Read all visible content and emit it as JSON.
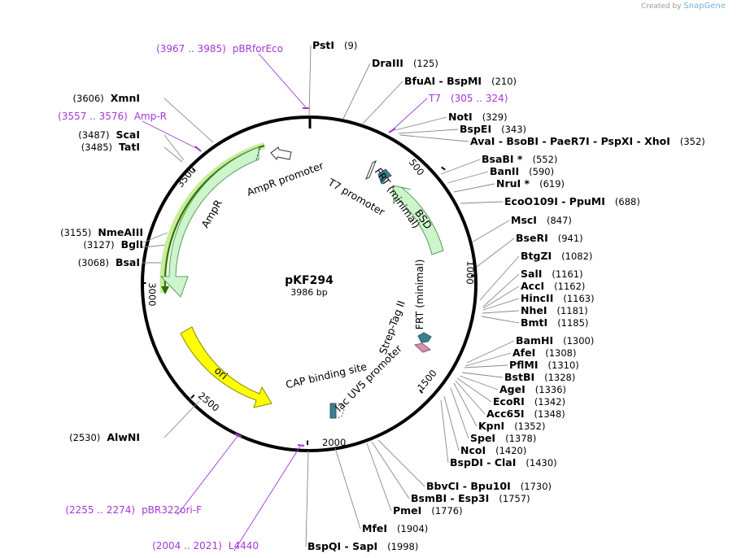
{
  "credit": {
    "prefix": "Created by",
    "brand": "SnapGene"
  },
  "plasmid": {
    "name": "pKF294",
    "size_label": "3986 bp"
  },
  "ticks": [
    {
      "label": "500"
    },
    {
      "label": "1000"
    },
    {
      "label": "1500"
    },
    {
      "label": "2000"
    },
    {
      "label": "2500"
    },
    {
      "label": "3000"
    },
    {
      "label": "3500"
    }
  ],
  "sites": [
    {
      "name": "PstI",
      "pos": "(9)"
    },
    {
      "name": "DraIII",
      "pos": "(125)"
    },
    {
      "name": "BfuAI - BspMI",
      "pos": "(210)"
    },
    {
      "name": "NotI",
      "pos": "(329)"
    },
    {
      "name": "BspEI",
      "pos": "(343)"
    },
    {
      "name": "AvaI - BsoBI - PaeR7I - PspXI - XhoI",
      "pos": "(352)"
    },
    {
      "name": "BsaBI *",
      "pos": "(552)"
    },
    {
      "name": "BanII",
      "pos": "(590)"
    },
    {
      "name": "NruI *",
      "pos": "(619)"
    },
    {
      "name": "EcoO109I - PpuMI",
      "pos": "(688)"
    },
    {
      "name": "MscI",
      "pos": "(847)"
    },
    {
      "name": "BseRI",
      "pos": "(941)"
    },
    {
      "name": "BtgZI",
      "pos": "(1082)"
    },
    {
      "name": "SalI",
      "pos": "(1161)"
    },
    {
      "name": "AccI",
      "pos": "(1162)"
    },
    {
      "name": "HincII",
      "pos": "(1163)"
    },
    {
      "name": "NheI",
      "pos": "(1181)"
    },
    {
      "name": "BmtI",
      "pos": "(1185)"
    },
    {
      "name": "BamHI",
      "pos": "(1300)"
    },
    {
      "name": "AfeI",
      "pos": "(1308)"
    },
    {
      "name": "PflMI",
      "pos": "(1310)"
    },
    {
      "name": "BstBI",
      "pos": "(1328)"
    },
    {
      "name": "AgeI",
      "pos": "(1336)"
    },
    {
      "name": "EcoRI",
      "pos": "(1342)"
    },
    {
      "name": "Acc65I",
      "pos": "(1348)"
    },
    {
      "name": "KpnI",
      "pos": "(1352)"
    },
    {
      "name": "SpeI",
      "pos": "(1378)"
    },
    {
      "name": "NcoI",
      "pos": "(1420)"
    },
    {
      "name": "BspDI - ClaI",
      "pos": "(1430)"
    },
    {
      "name": "BbvCI - Bpu10I",
      "pos": "(1730)"
    },
    {
      "name": "BsmBI - Esp3I",
      "pos": "(1757)"
    },
    {
      "name": "PmeI",
      "pos": "(1776)"
    },
    {
      "name": "MfeI",
      "pos": "(1904)"
    },
    {
      "name": "BspQI - SapI",
      "pos": "(1998)"
    },
    {
      "name": "AlwNI",
      "pos": "(2530)"
    },
    {
      "name": "BsaI",
      "pos": "(3068)"
    },
    {
      "name": "BglI",
      "pos": "(3127)"
    },
    {
      "name": "NmeAIII",
      "pos": "(3155)"
    },
    {
      "name": "TatI",
      "pos": "(3485)"
    },
    {
      "name": "ScaI",
      "pos": "(3487)"
    },
    {
      "name": "XmnI",
      "pos": "(3606)"
    }
  ],
  "primers": [
    {
      "name": "pBRforEco",
      "range": "(3967 .. 3985)"
    },
    {
      "name": "T7",
      "range": "(305 .. 324)"
    },
    {
      "name": "Amp-R",
      "range": "(3557 .. 3576)"
    },
    {
      "name": "pBR322ori-F",
      "range": "(2255 .. 2274)"
    },
    {
      "name": "L4440",
      "range": "(2004 .. 2021)"
    }
  ],
  "features": {
    "ampr": "AmpR",
    "ampr_promoter": "AmpR promoter",
    "t7_promoter": "T7 promoter",
    "frt_top": "FRT (minimal)",
    "bsd": "BSD",
    "frt_bottom": "FRT (minimal)",
    "strep_tag": "Strep-Tag II",
    "lac_uv5": "lac UV5 promoter",
    "cap_site": "CAP binding site",
    "ori": "ori"
  },
  "colors": {
    "primer": "#a437d6",
    "ampr_fill": "#ccf5cc",
    "ampr_stroke": "#5b9e5b",
    "bsd_fill": "#ccf5cc",
    "ori_fill": "#ffff00",
    "ori_stroke": "#8a8a00",
    "frt": "#3c7f8c",
    "strep": "#d68fb5",
    "lac": "#3c7f8c",
    "orf": "#2a6e00",
    "orf_glow": "#c8ec9a"
  }
}
